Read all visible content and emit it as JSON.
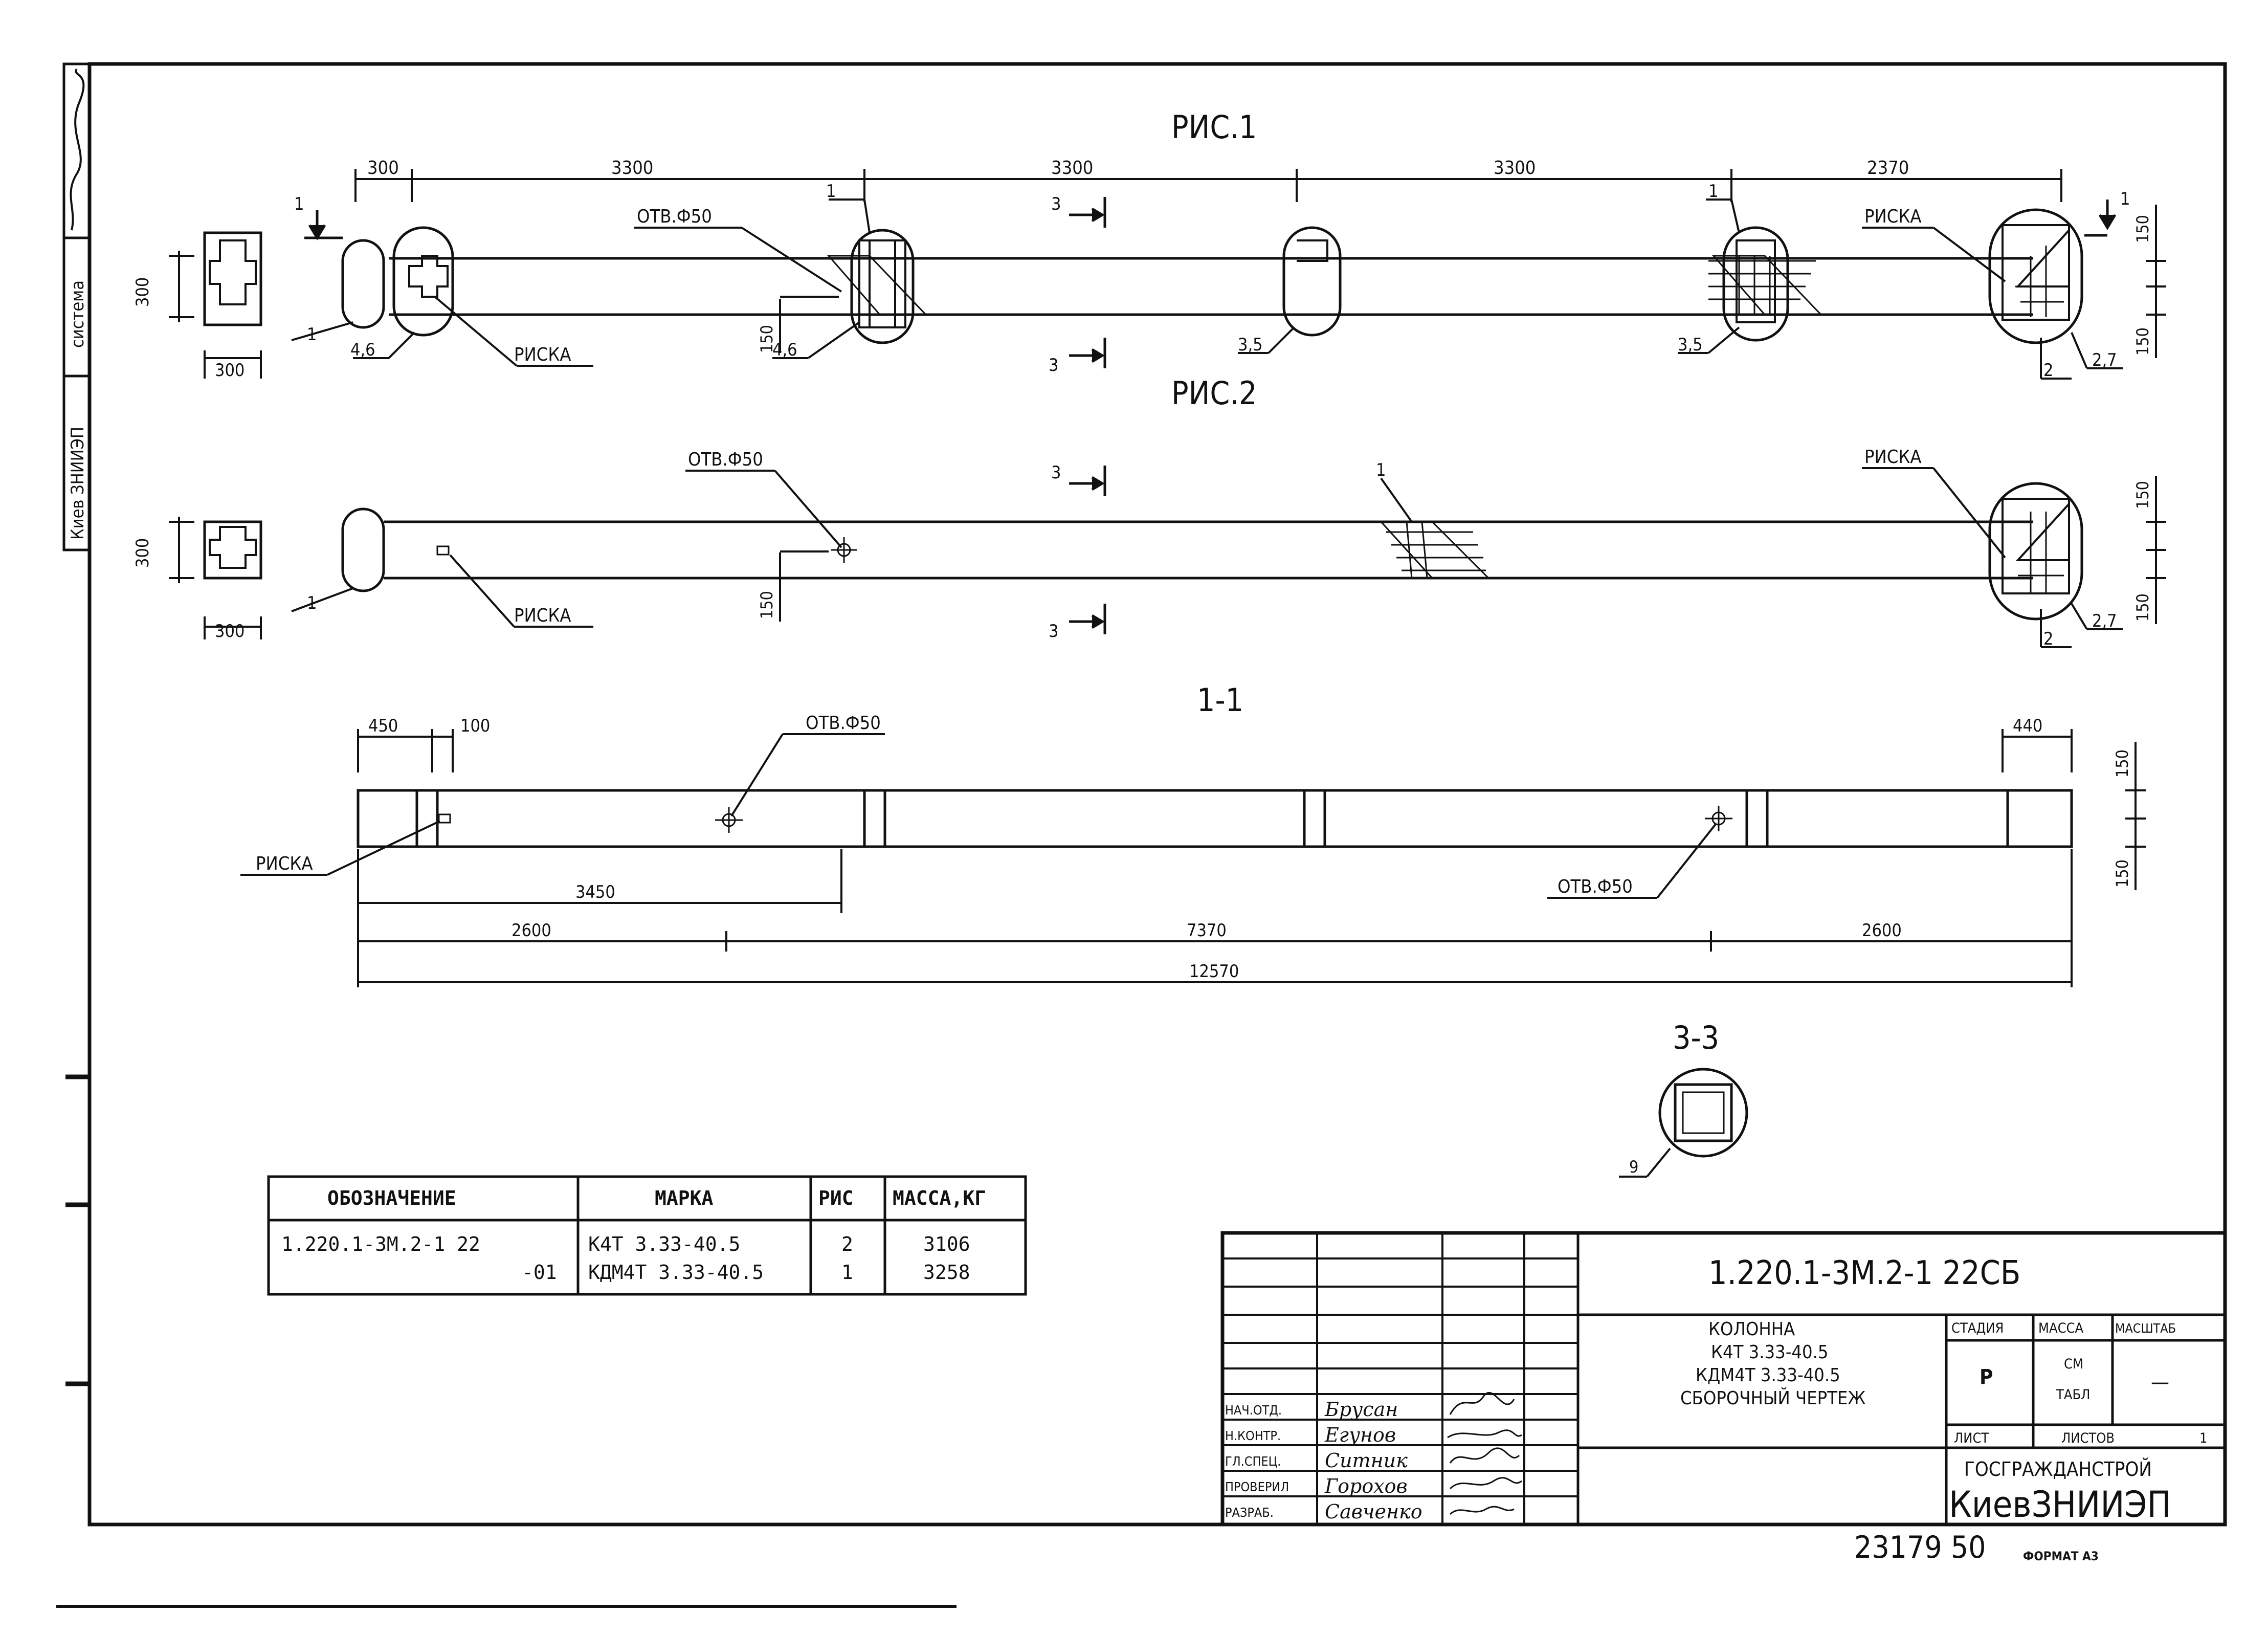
{
  "frame": {
    "side_labels": [
      "Киев ЗНИИЭП",
      "система"
    ],
    "sheet_number": "23179 50",
    "format_label": "ФОРМАТ А3"
  },
  "fig1": {
    "title": "РИС.1",
    "dims": [
      "300",
      "3300",
      "3300",
      "3300",
      "2370"
    ],
    "height_dim": "300",
    "width_dim": "300",
    "side_dims": [
      "150",
      "150"
    ],
    "hole_label": "ОТВ.Ф50",
    "risk_label": "РИСКА",
    "risk_label_right": "РИСКА",
    "section_marks": [
      "1",
      "1",
      "3",
      "3"
    ],
    "offset_dim": "150",
    "callouts": [
      "1",
      "4,6",
      "4,6",
      "3,5",
      "3,5",
      "1",
      "1",
      "2,7",
      "2"
    ]
  },
  "fig2": {
    "title": "РИС.2",
    "height_dim": "300",
    "width_dim": "300",
    "side_dims": [
      "150",
      "150"
    ],
    "hole_label": "ОТВ.Ф50",
    "risk_label": "РИСКА",
    "risk_label_right": "РИСКА",
    "section_marks": [
      "3",
      "3"
    ],
    "offset_dim": "150",
    "callouts": [
      "1",
      "1",
      "2,7",
      "2"
    ]
  },
  "section11": {
    "title": "1-1",
    "top_dims": [
      "450",
      "100",
      "440"
    ],
    "hole_label_top": "ОТВ.Ф50",
    "hole_label_bottom": "ОТВ.Ф50",
    "risk_label": "РИСКА",
    "dim_3450": "3450",
    "dims_row": [
      "2600",
      "7370",
      "2600"
    ],
    "total": "12570",
    "side_dims": [
      "150",
      "150"
    ]
  },
  "section33": {
    "title": "3-3",
    "callout": "9"
  },
  "spec_table": {
    "headers": [
      "ОБОЗНАЧЕНИЕ",
      "МАРКА",
      "РИС",
      "МАССА,КГ"
    ],
    "designation": "1.220.1-3М.2-1 22",
    "designation_suffix": "-01",
    "marks": [
      "К4Т 3.33-40.5",
      "КДМ4Т 3.33-40.5"
    ],
    "figs": [
      "2",
      "1"
    ],
    "masses": [
      "3106",
      "3258"
    ]
  },
  "title_block": {
    "doc_code": "1.220.1-3М.2-1 22СБ",
    "name_lines": [
      "КОЛОННА",
      "К4Т 3.33-40.5",
      "КДМ4Т 3.33-40.5",
      "СБОРОЧНЫЙ ЧЕРТЕЖ"
    ],
    "stage_header": "СТАДИЯ",
    "mass_header": "МАССА",
    "scale_header": "МАСШТАБ",
    "stage_value": "Р",
    "mass_value_1": "СМ",
    "mass_value_2": "ТАБЛ",
    "scale_value": "—",
    "sheet_label": "ЛИСТ",
    "sheets_label": "ЛИСТОВ",
    "sheets_value": "1",
    "org_top": "ГОСГРАЖДАНСТРОЙ",
    "org_main": "КиевЗНИИЭП",
    "roles": [
      "НАЧ.ОТД.",
      "Н.КОНТР.",
      "ГЛ.СПЕЦ.",
      "ПРОВЕРИЛ",
      "РАЗРАБ."
    ],
    "names": [
      "Брусан",
      "Егунов",
      "Ситник",
      "Горохов",
      "Савченко"
    ]
  }
}
